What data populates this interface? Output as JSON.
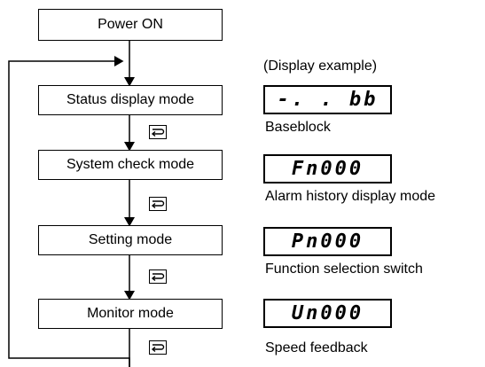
{
  "flow": {
    "power_on": "Power ON",
    "modes": [
      {
        "label": "Status display mode"
      },
      {
        "label": "System check mode"
      },
      {
        "label": "Setting mode"
      },
      {
        "label": "Monitor mode"
      }
    ],
    "mode_key_icon": "mode-set-key-icon"
  },
  "display": {
    "heading": "(Display example)",
    "examples": [
      {
        "lcd": "-. . bb",
        "caption": "Baseblock"
      },
      {
        "lcd": "Fn000",
        "caption": "Alarm history display mode"
      },
      {
        "lcd": "Pn000",
        "caption": "Function selection switch"
      },
      {
        "lcd": "Un000",
        "caption": "Speed feedback"
      }
    ]
  }
}
